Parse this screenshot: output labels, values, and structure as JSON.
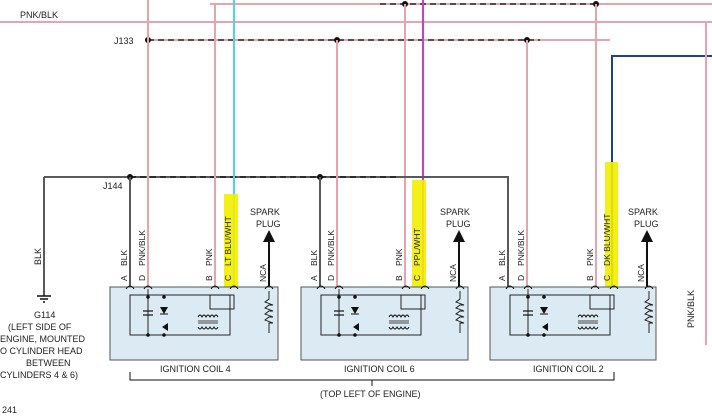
{
  "wire_colors": {
    "pink": "#e9a3ad",
    "cyan": "#4fd3e6",
    "magenta": "#d03ad0",
    "navy": "#1f3f8f",
    "gray": "#5a5a5a",
    "black": "#111111",
    "highlight": "#f2ee00",
    "coil_box": "#dceaf3"
  },
  "labels": {
    "pnk_blk_top": "PNK/BLK",
    "j133": "J133",
    "j144": "J144",
    "blk": "BLK",
    "g114": "G114",
    "ground_note": [
      "(LEFT SIDE OF",
      "ENGINE, MOUNTED",
      "O CYLINDER HEAD",
      "BETWEEN",
      "CYLINDERS 4 & 6)"
    ],
    "page_number": "241",
    "pnk_blk_right": "PNK/BLK",
    "engine_location": "(TOP LEFT OF ENGINE)"
  },
  "coils": [
    {
      "name": "IGNITION COIL 4",
      "pins": [
        "A",
        "D",
        "B",
        "C"
      ],
      "wires": [
        "BLK",
        "PNK/BLK",
        "PNK",
        "LT BLU/WHT"
      ],
      "spark_plug": [
        "SPARK",
        "PLUG"
      ],
      "nca": "NCA"
    },
    {
      "name": "IGNITION COIL 6",
      "pins": [
        "A",
        "D",
        "B",
        "C"
      ],
      "wires": [
        "BLK",
        "PNK/BLK",
        "PNK",
        "PPL/WHT"
      ],
      "spark_plug": [
        "SPARK",
        "PLUG"
      ],
      "nca": "NCA"
    },
    {
      "name": "IGNITION COIL 2",
      "pins": [
        "A",
        "D",
        "B",
        "C"
      ],
      "wires": [
        "BLK",
        "PNK/BLK",
        "PNK",
        "DK BLU/WHT"
      ],
      "spark_plug": [
        "SPARK",
        "PLUG"
      ],
      "nca": "NCA"
    }
  ]
}
